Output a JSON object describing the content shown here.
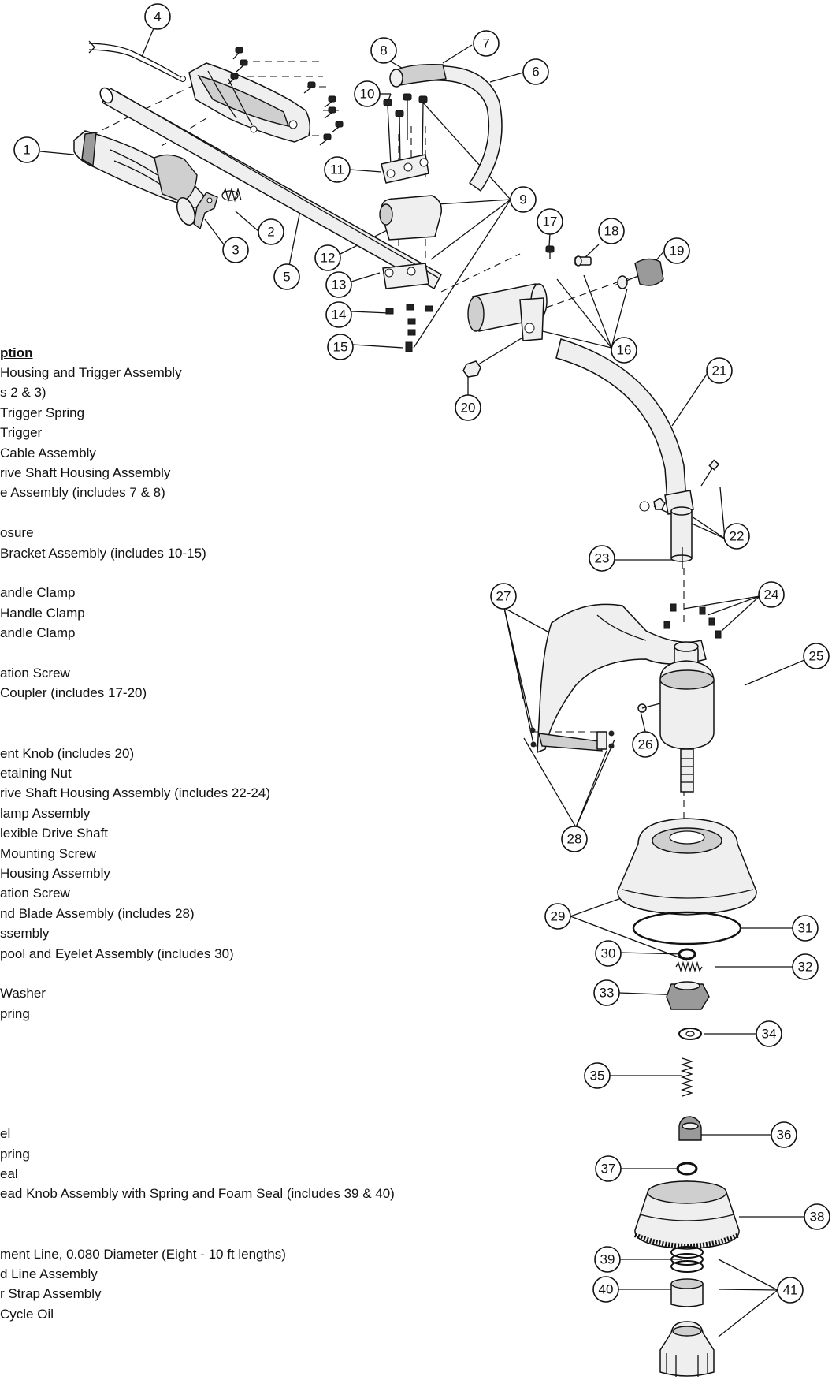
{
  "description": {
    "heading": "ption",
    "lines": [
      "Housing and Trigger Assembly",
      "s 2 & 3)",
      "Trigger Spring",
      "Trigger",
      "Cable Assembly",
      "rive Shaft Housing Assembly",
      "e Assembly (includes 7 & 8)",
      "",
      "osure",
      "Bracket Assembly (includes 10-15)",
      "",
      "andle Clamp",
      "Handle Clamp",
      "andle Clamp",
      "",
      "ation Screw",
      "Coupler (includes 17-20)",
      "",
      "",
      "ent Knob (includes 20)",
      "etaining Nut",
      "rive Shaft Housing Assembly (includes 22-24)",
      "lamp Assembly",
      "lexible Drive Shaft",
      "Mounting Screw",
      "Housing Assembly",
      "ation Screw",
      "nd Blade Assembly (includes 28)",
      "ssembly",
      "pool and Eyelet Assembly (includes 30)",
      "",
      "Washer",
      "pring",
      "",
      "",
      "",
      "",
      "",
      "el",
      "pring",
      "eal",
      "ead Knob Assembly with Spring and Foam Seal (includes 39 & 40)",
      "",
      "",
      "ment Line, 0.080 Diameter (Eight - 10 ft lengths)",
      "d Line Assembly",
      "r Strap Assembly",
      "Cycle Oil"
    ]
  },
  "callouts": [
    "1",
    "2",
    "3",
    "4",
    "5",
    "6",
    "7",
    "8",
    "9",
    "10",
    "11",
    "12",
    "13",
    "14",
    "15",
    "16",
    "17",
    "18",
    "19",
    "20",
    "21",
    "22",
    "23",
    "24",
    "25",
    "26",
    "27",
    "28",
    "29",
    "30",
    "31",
    "32",
    "33",
    "34",
    "35",
    "36",
    "37",
    "38",
    "39",
    "40",
    "41"
  ]
}
